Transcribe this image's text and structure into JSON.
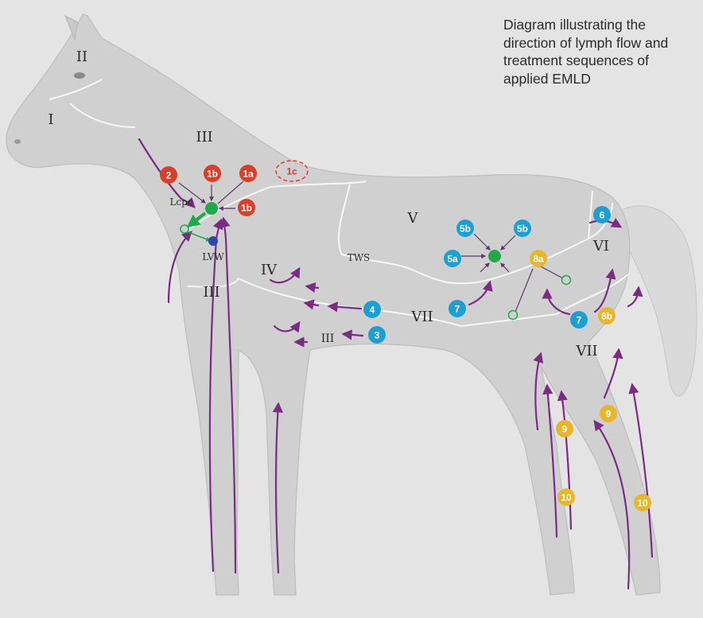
{
  "caption": "Diagram illustrating the direction of lymph flow and treatment sequences of applied EMLD",
  "colors": {
    "red_badge": "#d8402c",
    "blue_badge": "#1e9fd4",
    "yellow_badge": "#e9b52a",
    "node_green": "#1fa94a",
    "node_blue": "#3346a8",
    "lymph_arrow": "#7a2c84",
    "horse_fill": "#d0d0d0"
  },
  "region_labels": {
    "I": "I",
    "II": "II",
    "III_neck": "III",
    "III_chest": "III",
    "III_belly": "III",
    "IV": "IV",
    "V": "V",
    "VI": "VI",
    "VII_flank": "VII",
    "VII_hind": "VII",
    "TWS": "TWS",
    "Lcpc": "Lcpc",
    "LVW": "LVW"
  },
  "badges": {
    "b2": "2",
    "b1b_top": "1b",
    "b1a": "1a",
    "b1c": "1c",
    "b1b_right": "1b",
    "b5b_left": "5b",
    "b5b_right": "5b",
    "b5a": "5a",
    "b8a": "8a",
    "b6": "6",
    "b4": "4",
    "b3": "3",
    "b7_mid": "7",
    "b7_right": "7",
    "b8b": "8b",
    "b9_left": "9",
    "b9_right": "9",
    "b10_left": "10",
    "b10_right": "10"
  }
}
